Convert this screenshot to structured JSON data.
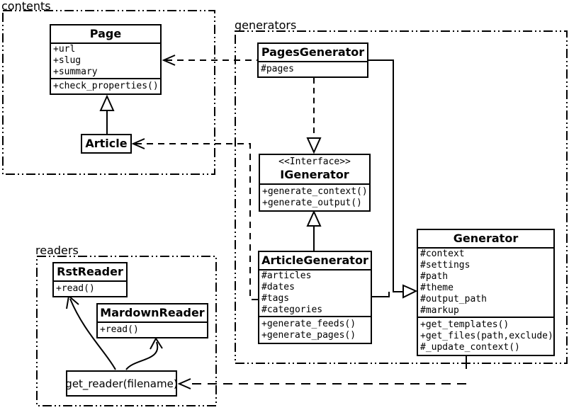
{
  "diagram": {
    "packages": [
      {
        "id": "contents",
        "label": "contents"
      },
      {
        "id": "generators",
        "label": "generators"
      },
      {
        "id": "readers",
        "label": "readers"
      }
    ],
    "classes": {
      "page": {
        "title": "Page",
        "attributes": [
          "+url",
          "+slug",
          "+summary"
        ],
        "methods": [
          "+check_properties()"
        ]
      },
      "article": {
        "title": "Article"
      },
      "pages_generator": {
        "title": "PagesGenerator",
        "attributes": [
          "#pages"
        ]
      },
      "igenerator": {
        "stereotype": "<<Interface>>",
        "title": "IGenerator",
        "methods": [
          "+generate_context()",
          "+generate_output()"
        ]
      },
      "article_generator": {
        "title": "ArticleGenerator",
        "attributes": [
          "#articles",
          "#dates",
          "#tags",
          "#categories"
        ],
        "methods": [
          "+generate_feeds()",
          "+generate_pages()"
        ]
      },
      "generator": {
        "title": "Generator",
        "attributes": [
          "#context",
          "#settings",
          "#path",
          "#theme",
          "#output_path",
          "#markup"
        ],
        "methods": [
          "+get_templates()",
          "+get_files(path,exclude)",
          "#_update_context()"
        ]
      },
      "rst_reader": {
        "title": "RstReader",
        "methods": [
          "+read()"
        ]
      },
      "mardown_reader": {
        "title": "MardownReader",
        "methods": [
          "+read()"
        ]
      },
      "get_reader": {
        "title": "get_reader(filename)"
      }
    },
    "relationships": [
      {
        "from": "Article",
        "to": "Page",
        "type": "generalization"
      },
      {
        "from": "PagesGenerator",
        "to": "Page",
        "type": "dependency"
      },
      {
        "from": "ArticleGenerator",
        "to": "Article",
        "type": "dependency"
      },
      {
        "from": "PagesGenerator",
        "to": "IGenerator",
        "type": "realization"
      },
      {
        "from": "ArticleGenerator",
        "to": "IGenerator",
        "type": "generalization"
      },
      {
        "from": "PagesGenerator",
        "to": "Generator",
        "type": "generalization"
      },
      {
        "from": "ArticleGenerator",
        "to": "Generator",
        "type": "generalization"
      },
      {
        "from": "Generator",
        "to": "get_reader(filename)",
        "type": "dependency"
      },
      {
        "from": "get_reader(filename)",
        "to": "RstReader",
        "type": "arrow"
      },
      {
        "from": "get_reader(filename)",
        "to": "MardownReader",
        "type": "arrow"
      }
    ],
    "colors": {
      "line": "#000000",
      "background": "#ffffff",
      "box_fill": "#ffffff"
    }
  }
}
